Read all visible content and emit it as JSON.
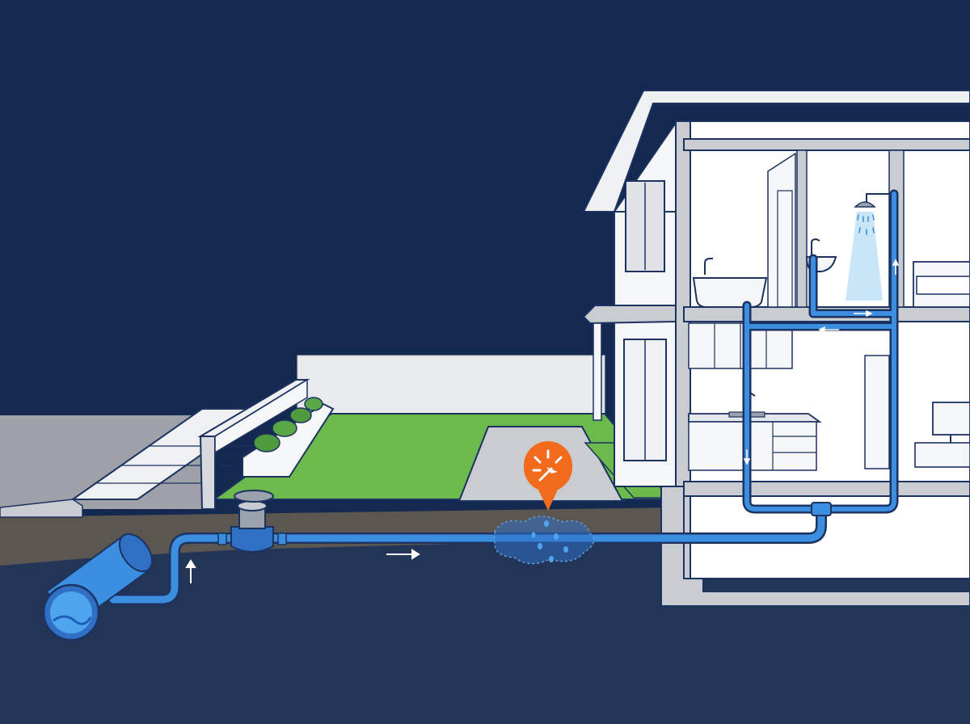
{
  "colors": {
    "sky": "#13294f",
    "underground": "#233557",
    "soil": "#5b5650",
    "grass": "#6cba4c",
    "wall_white": "#f4f6f8",
    "outline": "#1c3260",
    "concrete": "#c9ccd1",
    "pipe_blue": "#3c8fe0",
    "pipe_dark": "#1d5fb8",
    "water": "#2f6fc4",
    "leak_marker": "#f26a1b",
    "shower_spray": "#bfe2f7"
  },
  "icons": {
    "leak_marker": "leak-alert-icon",
    "flow_arrows": "flow-arrow-icon",
    "water_meter": "water-meter-icon",
    "shower": "shower-icon",
    "faucet": "faucet-icon"
  },
  "flow_directions": [
    "up",
    "right",
    "right",
    "up",
    "left",
    "right",
    "down"
  ]
}
